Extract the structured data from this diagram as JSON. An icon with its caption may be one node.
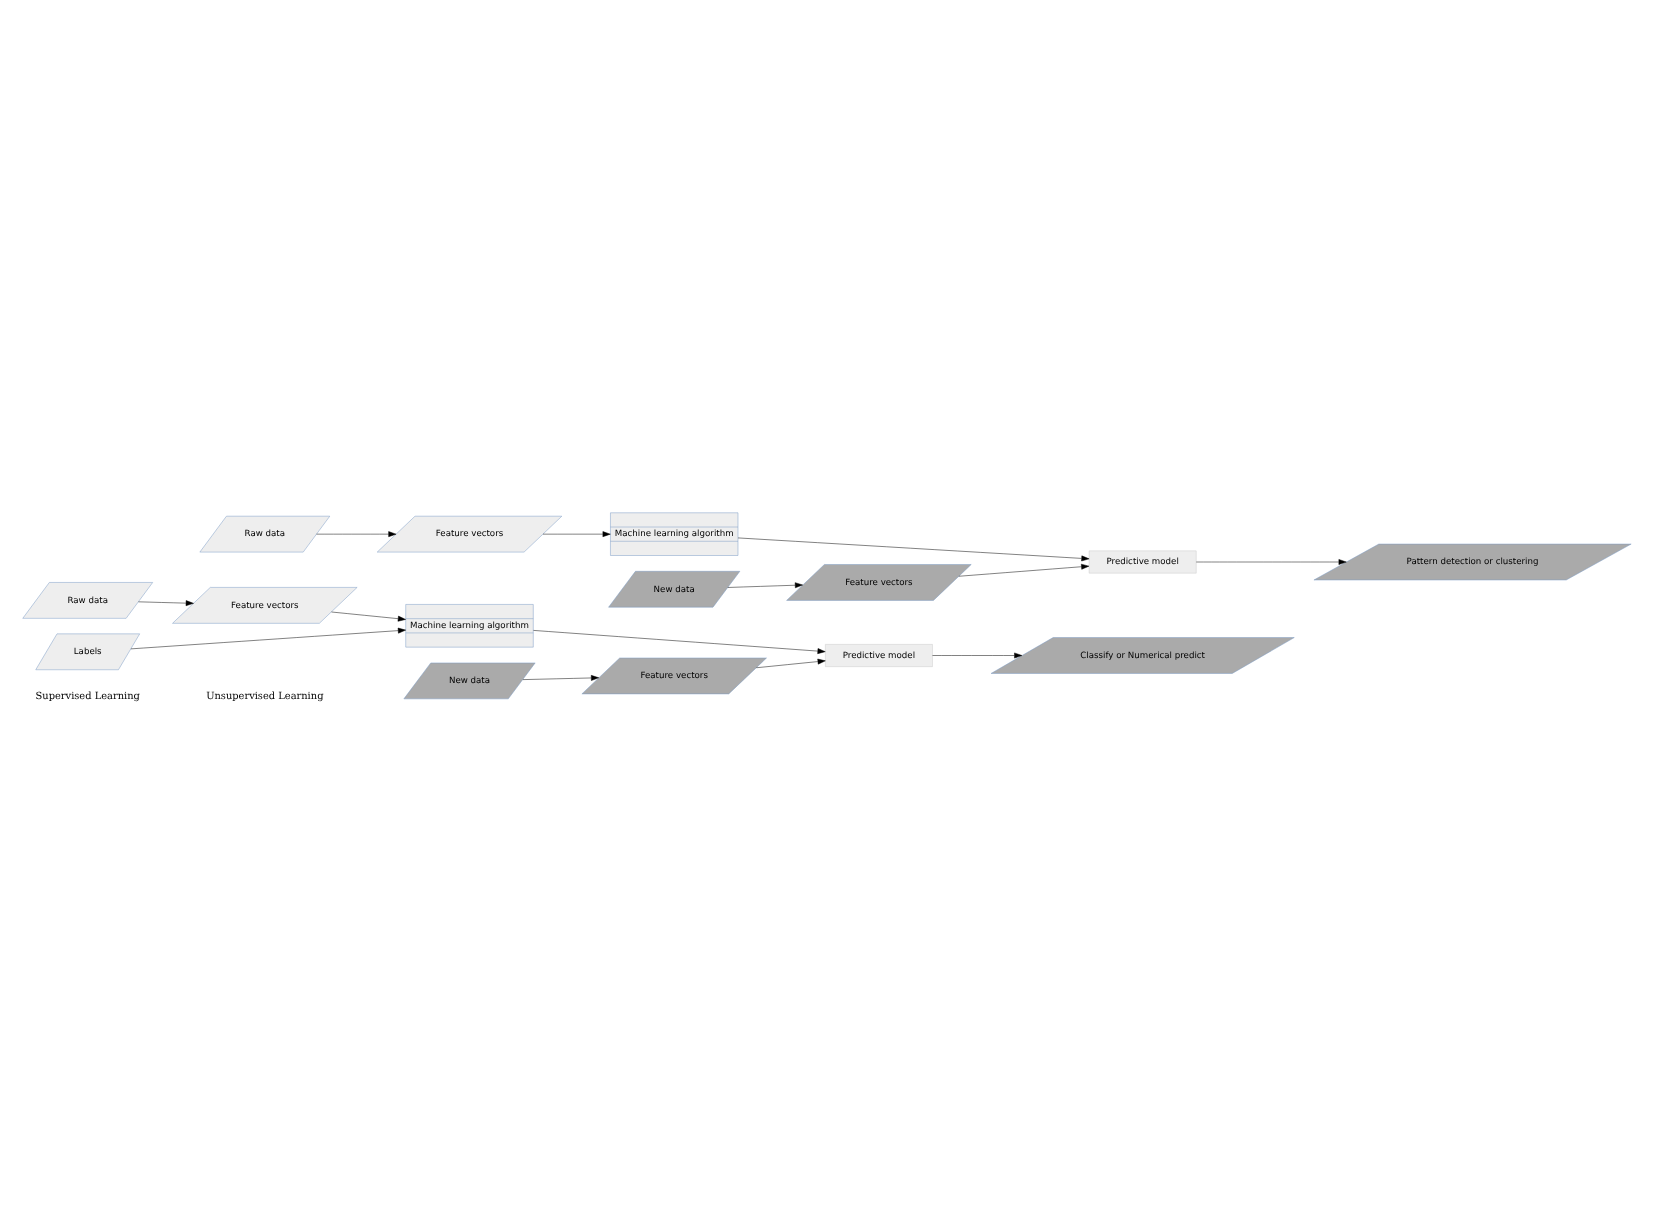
{
  "diagram": {
    "nodes": [
      {
        "text": [
          "Raw data"
        ]
      },
      {
        "text": [
          "Feature vectors"
        ]
      },
      {
        "text": [
          "Labels"
        ]
      },
      {
        "text": [
          "Machine learning algorithm"
        ]
      },
      {
        "text": [
          "Predictive model"
        ]
      },
      {
        "text": [
          "Classify or Numerical predict"
        ]
      },
      {
        "text": [
          "New data"
        ]
      },
      {
        "text": [
          "Feature vectors"
        ]
      },
      {
        "text": [
          "Raw data"
        ]
      },
      {
        "text": [
          "Feature vectors"
        ]
      },
      {
        "text": [
          "Machine learning algorithm"
        ]
      },
      {
        "text": [
          "Predictive model"
        ]
      },
      {
        "text": [
          "Pattern detection or clustering"
        ]
      },
      {
        "text": [
          "New data"
        ]
      },
      {
        "text": [
          "Feature vectors"
        ]
      }
    ],
    "edges": [
      {
        "from": 0,
        "to": 1,
        "arrow": "to"
      },
      {
        "from": 1,
        "to": 3,
        "arrow": "to"
      },
      {
        "from": 2,
        "to": 3,
        "arrow": "to"
      },
      {
        "from": 3,
        "to": 4,
        "arrow": "to"
      },
      {
        "from": 4,
        "to": 5,
        "arrow": "to"
      },
      {
        "from": 6,
        "to": 7,
        "arrow": "to"
      },
      {
        "from": 7,
        "to": 4,
        "arrow": "to"
      },
      {
        "from": 8,
        "to": 9,
        "arrow": "to"
      },
      {
        "from": 9,
        "to": 10,
        "arrow": "to"
      },
      {
        "from": 10,
        "to": 11,
        "arrow": "to"
      },
      {
        "from": 11,
        "to": 12,
        "arrow": "to"
      },
      {
        "from": 13,
        "to": 14,
        "arrow": "to"
      },
      {
        "from": 14,
        "to": 11,
        "arrow": "to"
      }
    ],
    "labels": [
      "Supervised Learning",
      "Unsupervised Learning"
    ]
  }
}
